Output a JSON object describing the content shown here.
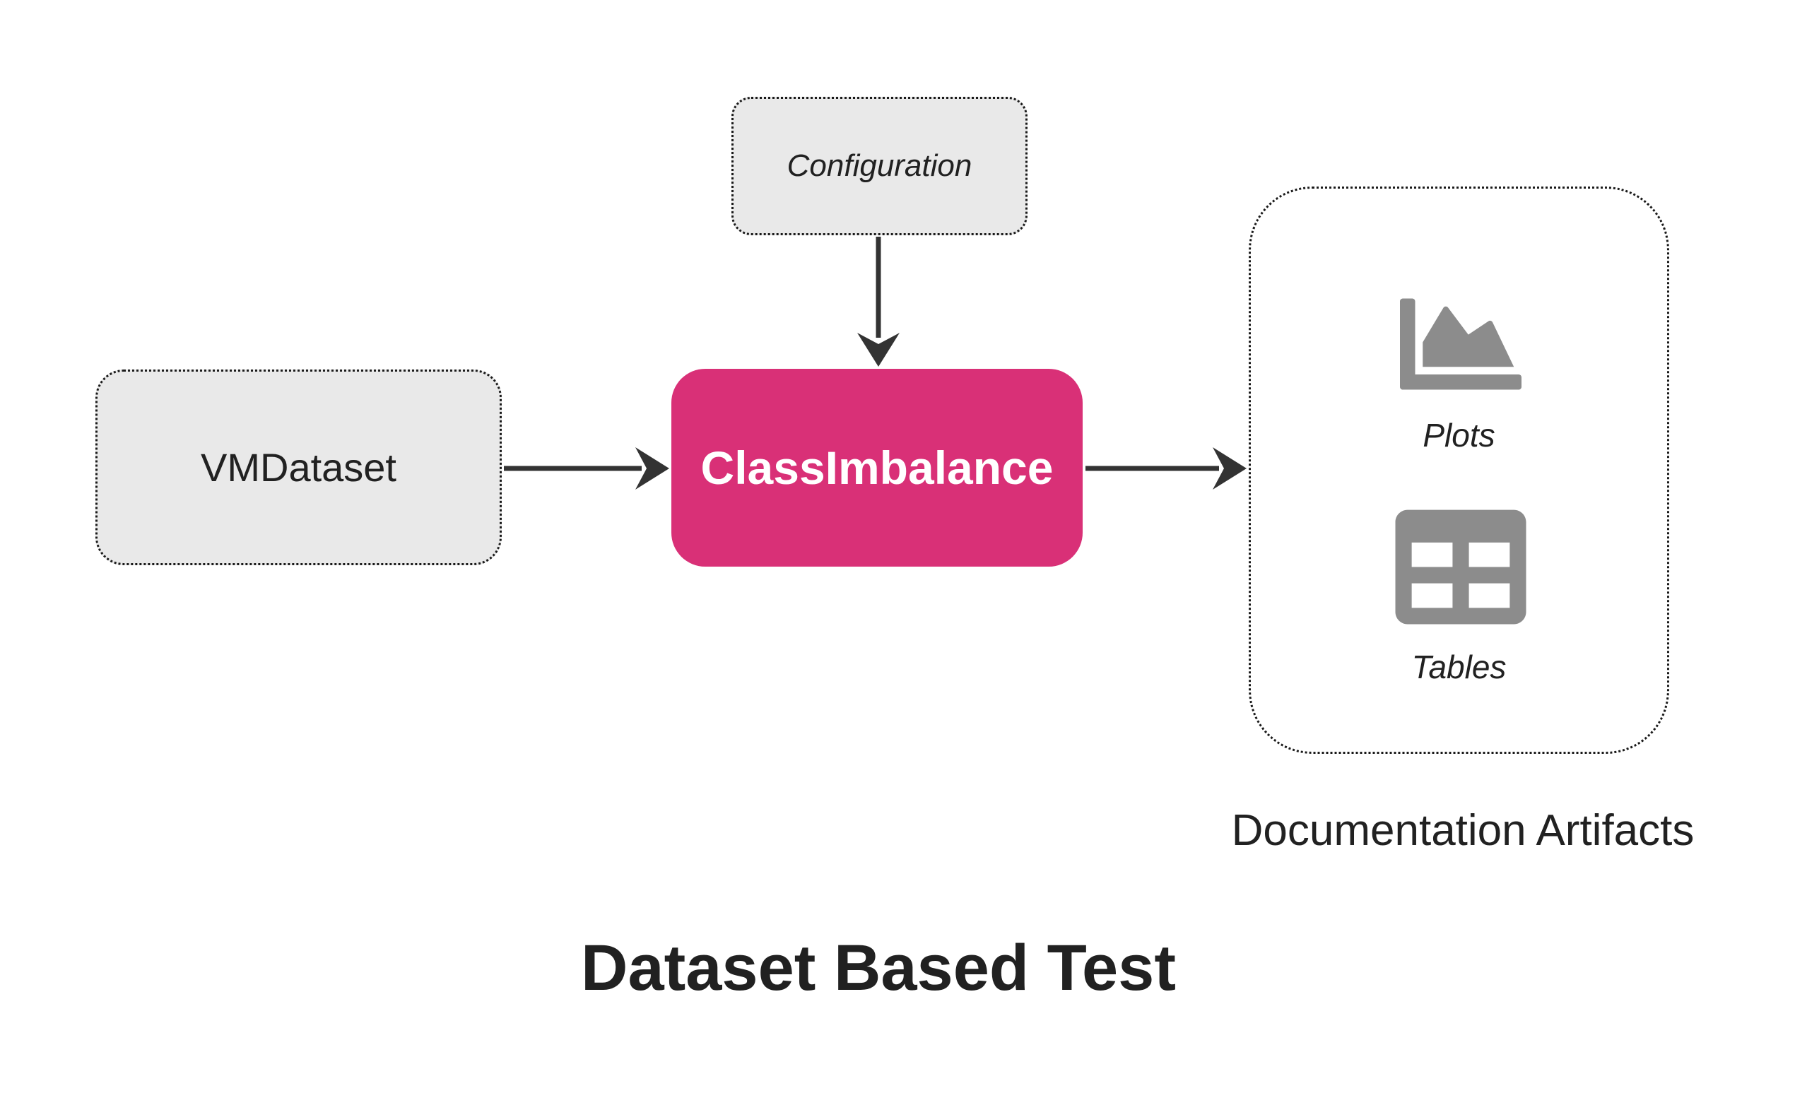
{
  "title": "Dataset Based Test",
  "nodes": {
    "configuration": {
      "label": "Configuration"
    },
    "vmdataset": {
      "label": "VMDataset"
    },
    "test": {
      "label": "ClassImbalance"
    },
    "artifacts": {
      "plots_label": "Plots",
      "tables_label": "Tables",
      "caption": "Documentation Artifacts"
    }
  },
  "edges": [
    {
      "from": "VMDataset",
      "to": "ClassImbalance"
    },
    {
      "from": "Configuration",
      "to": "ClassImbalance"
    },
    {
      "from": "ClassImbalance",
      "to": "Documentation Artifacts"
    }
  ],
  "icons": {
    "plots": "area-chart-icon",
    "tables": "table-grid-icon"
  },
  "colors": {
    "accent_pink": "#d93077",
    "node_fill": "#e9e9e9",
    "node_border": "#1a1a1a",
    "icon_gray": "#8c8c8c",
    "arrow": "#333333",
    "text_dark": "#212121",
    "text_white": "#ffffff"
  }
}
